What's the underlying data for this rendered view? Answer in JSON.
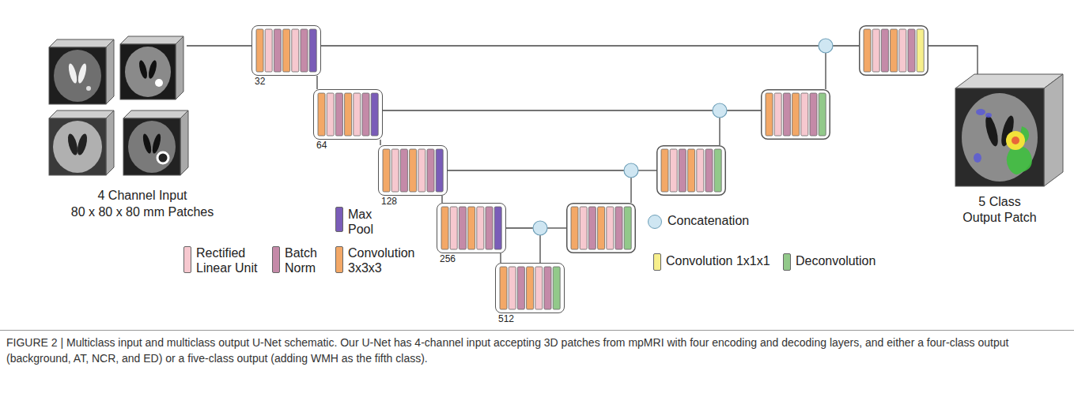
{
  "diagram": {
    "caption": "FIGURE 2 | Multiclass input and multiclass output U-Net schematic. Our U-Net has 4-channel input accepting 3D patches from mpMRI with four encoding and decoding layers, and either a four-class output (background, AT, NCR, and ED) or a five-class output (adding WMH as the fifth class).",
    "nodes": [
      {
        "text": [
          "32"
        ]
      },
      {
        "text": [
          "64"
        ]
      },
      {
        "text": [
          "128"
        ]
      },
      {
        "text": [
          "256"
        ]
      },
      {
        "text": [
          "512"
        ]
      }
    ],
    "edges": [
      {
        "from": 0,
        "to": 1,
        "arrow": "none"
      },
      {
        "from": 1,
        "to": 2,
        "arrow": "none"
      },
      {
        "from": 2,
        "to": 3,
        "arrow": "none"
      },
      {
        "from": 3,
        "to": 4,
        "arrow": "none"
      }
    ],
    "labels": [
      "4 Channel Input",
      "80 x 80 x 80 mm Patches",
      "5 Class Output Patch"
    ],
    "legend": [
      {
        "text": "Max Pool",
        "color": "#7a5cb8"
      },
      {
        "text": "Concatenation",
        "color": "#cfe6f2"
      },
      {
        "text": "Rectified Linear Unit",
        "color": "#f6c8cf"
      },
      {
        "text": "Batch Norm",
        "color": "#c48aa8"
      },
      {
        "text": "Convolution 3x3x3",
        "color": "#f3a867"
      },
      {
        "text": "Convolution 1x1x1",
        "color": "#f7ef8c"
      },
      {
        "text": "Deconvolution",
        "color": "#92c98a"
      }
    ]
  }
}
